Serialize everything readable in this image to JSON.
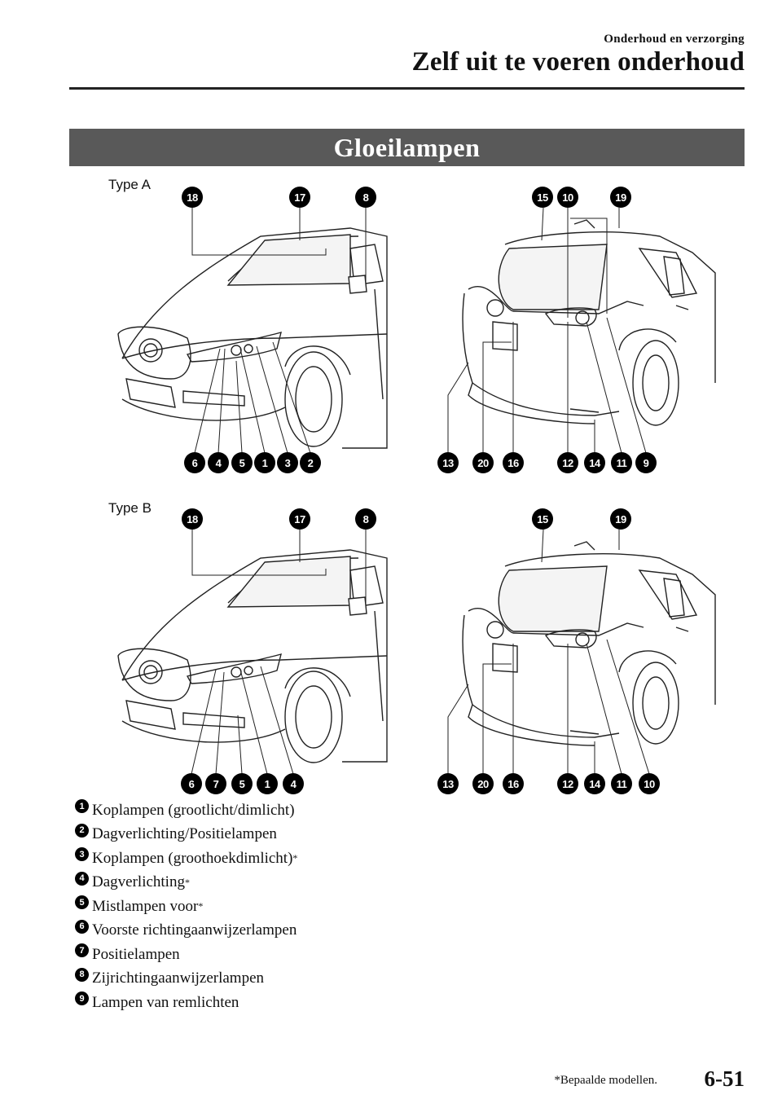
{
  "header": {
    "chapter": "Onderhoud en verzorging",
    "section_title": "Zelf uit te voeren onderhoud"
  },
  "section_bar": "Gloeilampen",
  "diagrams": {
    "type_a_label": "Type A",
    "type_b_label": "Type B",
    "a_front_callouts": [
      "18",
      "17",
      "8",
      "6",
      "4",
      "5",
      "1",
      "3",
      "2"
    ],
    "a_rear_callouts": [
      "15",
      "10",
      "19",
      "13",
      "20",
      "16",
      "12",
      "14",
      "11",
      "9"
    ],
    "b_front_callouts": [
      "18",
      "17",
      "8",
      "6",
      "7",
      "5",
      "1",
      "4"
    ],
    "b_rear_callouts": [
      "15",
      "19",
      "13",
      "20",
      "16",
      "12",
      "14",
      "11",
      "10"
    ]
  },
  "legend": [
    {
      "num": "1",
      "text": "Koplampen (grootlicht/dimlicht)",
      "star": ""
    },
    {
      "num": "2",
      "text": "Dagverlichting/Positielampen",
      "star": ""
    },
    {
      "num": "3",
      "text": "Koplampen (groothoekdimlicht)",
      "star": "*"
    },
    {
      "num": "4",
      "text": "Dagverlichting",
      "star": "*"
    },
    {
      "num": "5",
      "text": "Mistlampen voor",
      "star": "*"
    },
    {
      "num": "6",
      "text": "Voorste richtingaanwijzerlampen",
      "star": ""
    },
    {
      "num": "7",
      "text": "Positielampen",
      "star": ""
    },
    {
      "num": "8",
      "text": "Zijrichtingaanwijzerlampen",
      "star": ""
    },
    {
      "num": "9",
      "text": "Lampen van remlichten",
      "star": ""
    }
  ],
  "footer": {
    "footnote": "*Bepaalde modellen.",
    "page_number": "6-51"
  }
}
